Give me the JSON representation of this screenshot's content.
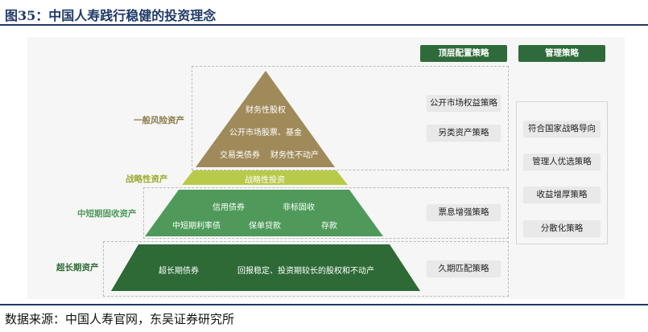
{
  "figure": {
    "title": "图35：中国人寿践行稳健的投资理念",
    "source": "数据来源：中国人寿官网，东吴证券研究所"
  },
  "headers": {
    "top_strategy": "顶层配置策略",
    "management": "管理策略"
  },
  "tiers": {
    "general_risk": {
      "label": "一般风险资产",
      "color": "#a08a5a",
      "label_color": "#8c7a4a",
      "lines": [
        "财务性股权",
        "公开市场股票、基金",
        "交易类债券",
        "财务性不动产"
      ]
    },
    "strategic": {
      "label": "战略性资产",
      "color": "#b9c94a",
      "label_color": "#9aaa2c",
      "line": "战略性投资"
    },
    "mid_short_fixed": {
      "label": "中短期固收资产",
      "color": "#4f9a5a",
      "label_color": "#4f9a5a",
      "lines": [
        "信用债券",
        "非标固收",
        "中短期利率债",
        "保单贷款",
        "存款"
      ]
    },
    "ultra_long": {
      "label": "超长期资产",
      "color": "#2d6a36",
      "label_color": "#2d6a36",
      "lines": [
        "超长期债券",
        "回报稳定、投资期较长的股权和不动产"
      ]
    }
  },
  "strategies": [
    "公开市场权益策略",
    "另类资产策略",
    "票息增强策略",
    "久期匹配策略"
  ],
  "management": [
    "符合国家战略导向",
    "管理人优选策略",
    "收益增厚策略",
    "分散化策略"
  ]
}
